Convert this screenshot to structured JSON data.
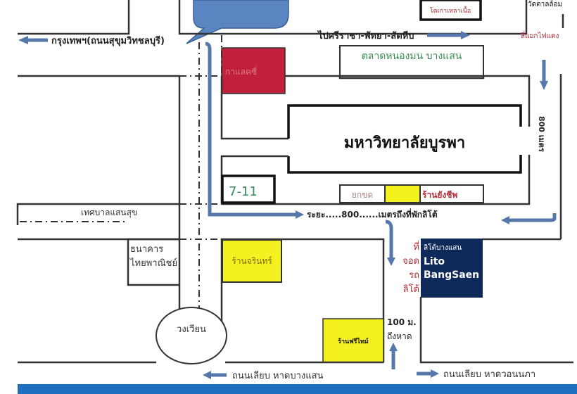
{
  "labels": {
    "to_bangkok": "กรุงเทพฯ(ถนนสุขุมวิทชลบุรี)",
    "to_sriracha": "ไปศรีราชา-พัทยา-สัตหีบ",
    "traffic_light": "สี่แยกไฟแดง",
    "wat_tan_lom": "วัดตาลล้อม",
    "kuay_tiew": "โตเกาเหลาเนื้อ",
    "galaxy": "กาแลคซี่",
    "nongmon_market": "ตลาดหนองมน บางแสน",
    "university": "มหาวิทยาลัยบูรพา",
    "distance_800_right": "800 เมตร",
    "seven_eleven": "7-11",
    "yok_khot": "ยกขด",
    "yang_cheep": "ร้านยังชีพ",
    "saensuk": "เทศบาลแสนสุข",
    "distance_text": "ระยะ.....800......เมตรถึงที่พักลิโต้",
    "bank_line1": "ธนาคาร",
    "bank_line2": "ไทยพาณิชย์",
    "jarin_shop": "ร้านจรินทร์",
    "parking_1": "ที่",
    "parking_2": "จอด",
    "parking_3": "รถ",
    "parking_4": "ลิโต้",
    "lito_thai": "ลิโต้บางแสน",
    "lito_en1": "Lito",
    "lito_en2": "BangSaen",
    "roundabout": "วงเวียน",
    "freetime_shop": "ร้านฟรีไทม์",
    "to_beach_1": "100 ม.",
    "to_beach_2": "ถึงหาด",
    "beach_road_bangsaen": "ถนนเลียบ หาดบางแสน",
    "beach_road_wonnapa": "ถนนเลียบ หาดวอนนภา"
  },
  "colors": {
    "arrow": "#5577aa",
    "galaxy_fill": "#c0203a",
    "yellow": "#f5f020",
    "lito_fill": "#0f2a5a",
    "sea": "#1f6fbf",
    "bubble": "#5b85c0",
    "green_text": "#3a8a5a",
    "red_text": "#b0303a"
  }
}
